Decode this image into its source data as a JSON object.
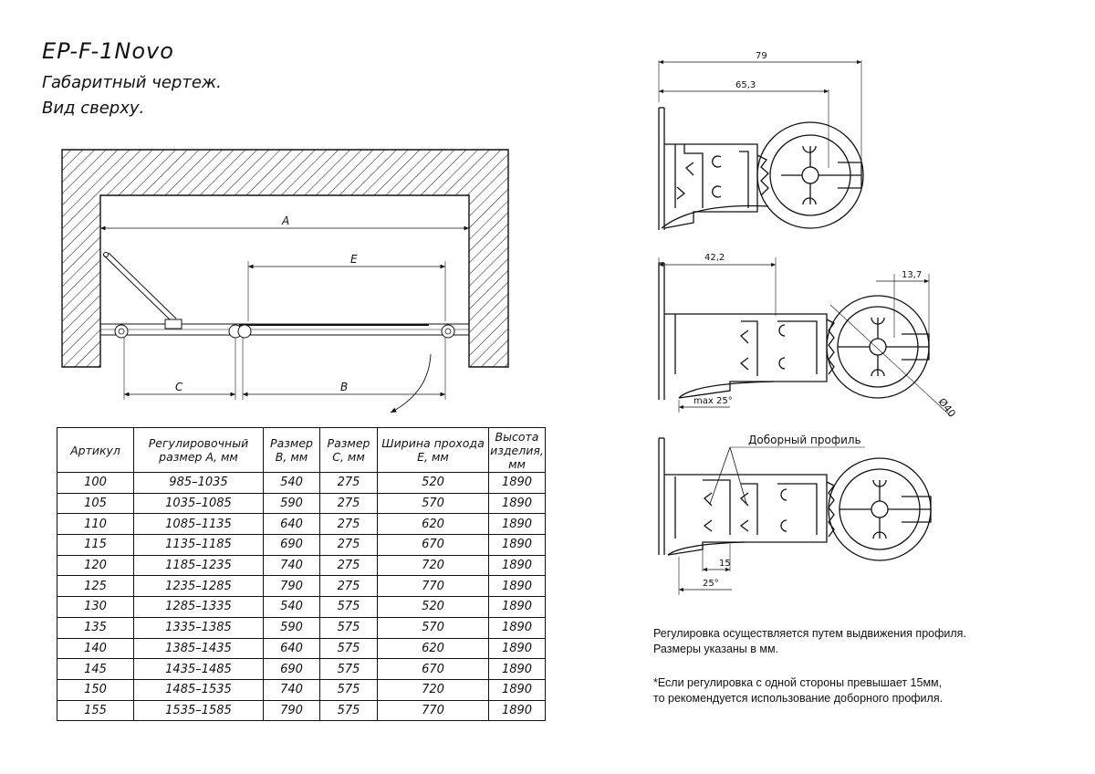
{
  "title": {
    "model": "EP-F-1Novo",
    "line1": "Габаритный чертеж.",
    "line2": "Вид сверху."
  },
  "plan": {
    "labels": {
      "a": "A",
      "b": "B",
      "c": "C",
      "e": "E"
    }
  },
  "profiles": {
    "dim_79": "79",
    "dim_65_3": "65,3",
    "dim_42_2": "42,2",
    "dim_13_7": "13,7",
    "dim_d40": "Ø40",
    "dim_max25": "max 25°",
    "extra_profile_label": "Доборный профиль",
    "dim_15": "15",
    "dim_25": "25°"
  },
  "table": {
    "headers": [
      "Артикул",
      "Регулировочный размер А, мм",
      "Размер В, мм",
      "Размер С, мм",
      "Ширина прохода Е, мм",
      "Высота изделия, мм"
    ],
    "rows": [
      [
        "100",
        "985–1035",
        "540",
        "275",
        "520",
        "1890"
      ],
      [
        "105",
        "1035–1085",
        "590",
        "275",
        "570",
        "1890"
      ],
      [
        "110",
        "1085–1135",
        "640",
        "275",
        "620",
        "1890"
      ],
      [
        "115",
        "1135–1185",
        "690",
        "275",
        "670",
        "1890"
      ],
      [
        "120",
        "1185–1235",
        "740",
        "275",
        "720",
        "1890"
      ],
      [
        "125",
        "1235–1285",
        "790",
        "275",
        "770",
        "1890"
      ],
      [
        "130",
        "1285–1335",
        "540",
        "575",
        "520",
        "1890"
      ],
      [
        "135",
        "1335–1385",
        "590",
        "575",
        "570",
        "1890"
      ],
      [
        "140",
        "1385–1435",
        "640",
        "575",
        "620",
        "1890"
      ],
      [
        "145",
        "1435–1485",
        "690",
        "575",
        "670",
        "1890"
      ],
      [
        "150",
        "1485–1535",
        "740",
        "575",
        "720",
        "1890"
      ],
      [
        "155",
        "1535–1585",
        "790",
        "575",
        "770",
        "1890"
      ]
    ]
  },
  "notes": {
    "note1_l1": "Регулировка осуществляется путем выдвижения профиля.",
    "note1_l2": "Размеры указаны в мм.",
    "note2_l1": "*Если регулировка с одной стороны превышает 15мм,",
    "note2_l2": "то рекомендуется использование доборного профиля."
  }
}
